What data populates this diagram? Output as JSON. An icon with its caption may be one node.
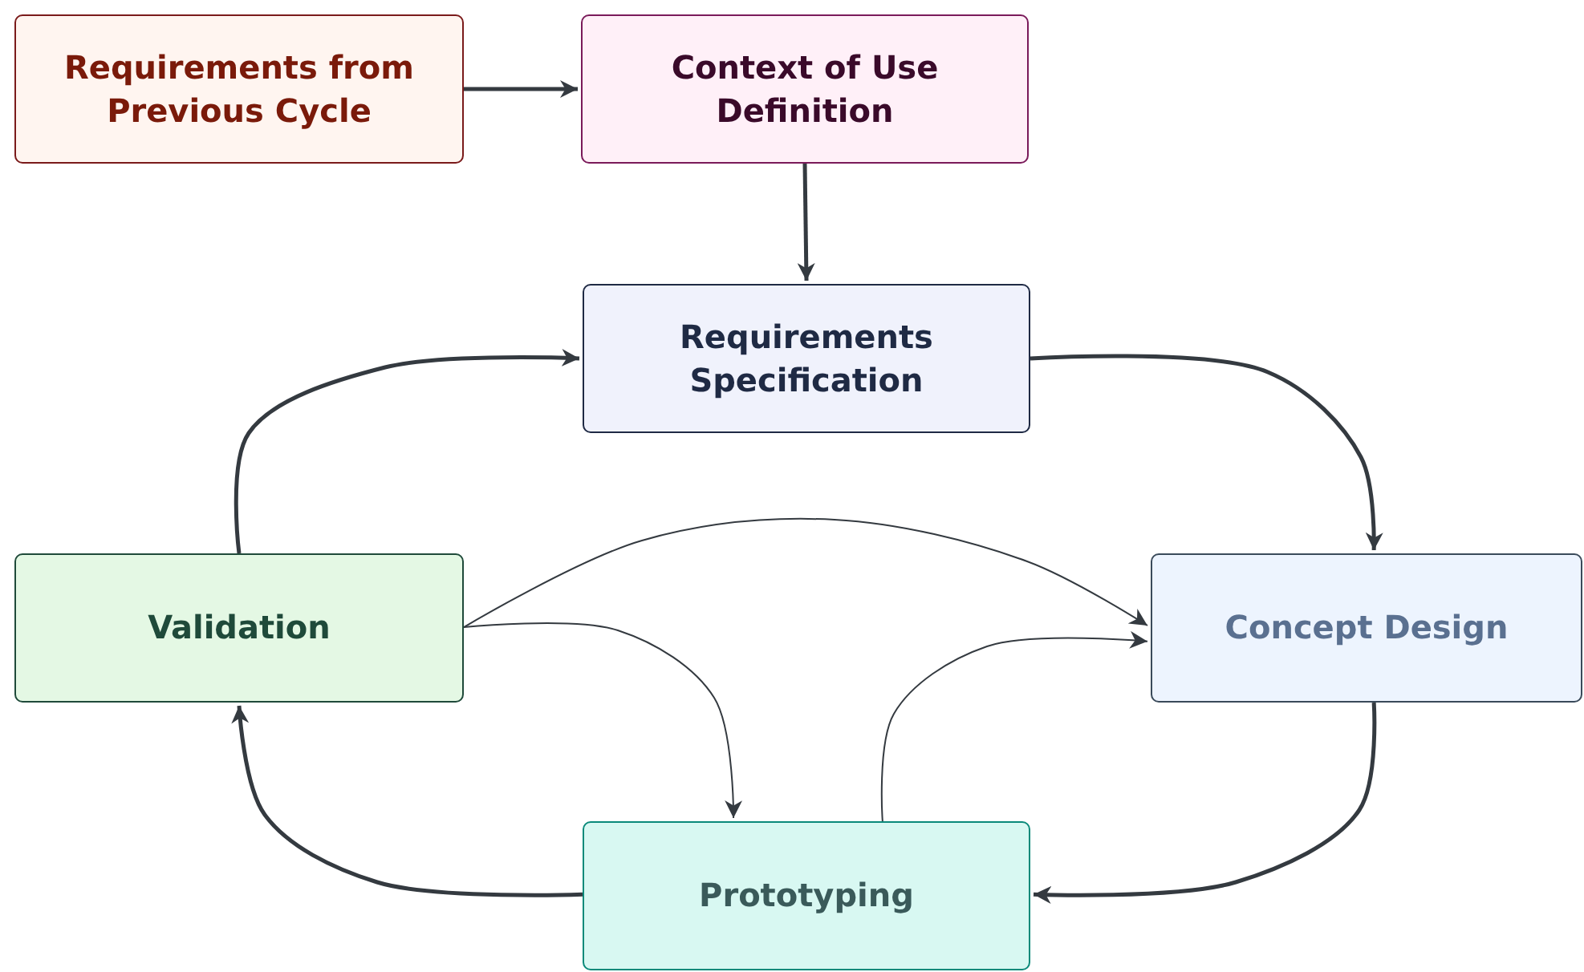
{
  "diagram": {
    "nodes": [
      {
        "text": [
          "Requirements from Previous Cycle"
        ]
      },
      {
        "text": [
          "Context of Use Definition"
        ]
      },
      {
        "text": [
          "Requirements Specification"
        ]
      },
      {
        "text": [
          "Validation"
        ]
      },
      {
        "text": [
          "Concept Design"
        ]
      },
      {
        "text": [
          "Prototyping"
        ]
      }
    ],
    "edges": [
      {
        "from": 0,
        "to": 1,
        "arrow": "to"
      },
      {
        "from": 1,
        "to": 2,
        "arrow": "to"
      },
      {
        "from": 2,
        "to": 4,
        "arrow": "to"
      },
      {
        "from": 4,
        "to": 5,
        "arrow": "to"
      },
      {
        "from": 5,
        "to": 3,
        "arrow": "to"
      },
      {
        "from": 3,
        "to": 2,
        "arrow": "to"
      },
      {
        "from": 3,
        "to": 4,
        "arrow": "to"
      },
      {
        "from": 3,
        "to": 5,
        "arrow": "to"
      },
      {
        "from": 5,
        "to": 4,
        "arrow": "to"
      }
    ]
  }
}
